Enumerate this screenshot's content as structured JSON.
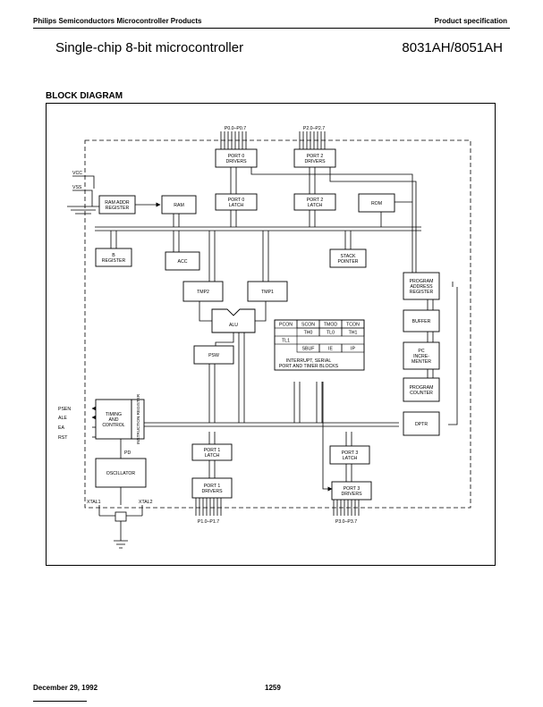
{
  "header": {
    "company": "Philips Semiconductors Microcontroller Products",
    "doc_type": "Product specification",
    "title": "Single-chip 8-bit microcontroller",
    "part": "8031AH/8051AH"
  },
  "section_title": "BLOCK DIAGRAM",
  "diagram": {
    "port_labels": {
      "p0": "P0.0–P0.7",
      "p2": "P2.0–P2.7",
      "p1": "P1.0–P1.7",
      "p3": "P3.0–P3.7"
    },
    "blocks": {
      "port0_drivers": [
        "PORT 0",
        "DRIVERS"
      ],
      "port2_drivers": [
        "PORT 2",
        "DRIVERS"
      ],
      "ram_addr": [
        "RAM ADDR",
        "REGISTER"
      ],
      "ram": [
        "RAM"
      ],
      "port0_latch": [
        "PORT 0",
        "LATCH"
      ],
      "port2_latch": [
        "PORT 2",
        "LATCH"
      ],
      "rom": [
        "ROM"
      ],
      "b_reg": [
        "B",
        "REGISTER"
      ],
      "acc": [
        "ACC"
      ],
      "stack": [
        "STACK",
        "POINTER"
      ],
      "tmp2": [
        "TMP2"
      ],
      "tmp1": [
        "TMP1"
      ],
      "alu": [
        "ALU"
      ],
      "psw": [
        "PSW"
      ],
      "prog_addr": [
        "PROGRAM",
        "ADDRESS",
        "REGISTER"
      ],
      "buffer": [
        "BUFFER"
      ],
      "pc_inc": [
        "PC",
        "INCRE-",
        "MENTER"
      ],
      "prog_counter": [
        "PROGRAM",
        "COUNTER"
      ],
      "dptr": [
        "DPTR"
      ],
      "timing": [
        "TIMING",
        "AND",
        "CONTROL"
      ],
      "instr_reg": "INSTRUCTION REGISTER",
      "oscillator": [
        "OSCILLATOR"
      ],
      "port1_latch": [
        "PORT 1",
        "LATCH"
      ],
      "port1_drivers": [
        "PORT 1",
        "DRIVERS"
      ],
      "port3_latch": [
        "PORT 3",
        "LATCH"
      ],
      "port3_drivers": [
        "PORT 3",
        "DRIVERS"
      ]
    },
    "sfr_grid": {
      "row1": [
        "PCON",
        "SCON",
        "TMOD",
        "TCON"
      ],
      "row2": [
        "TH0",
        "TL0",
        "TH1"
      ],
      "row3": [
        "TL1"
      ],
      "row4": [
        "SBUF",
        "IE",
        "IP"
      ],
      "caption": [
        "INTERRUPT, SERIAL",
        "PORT AND TIMER BLOCKS"
      ]
    },
    "signals": {
      "vcc": "VCC",
      "vss": "VSS",
      "psen": "PSEN",
      "ale": "ALE",
      "ea": "EA",
      "rst": "RST",
      "pd": "PD",
      "xtal1": "XTAL1",
      "xtal2": "XTAL2"
    }
  },
  "footer": {
    "date": "December 29, 1992",
    "page": "1259"
  }
}
